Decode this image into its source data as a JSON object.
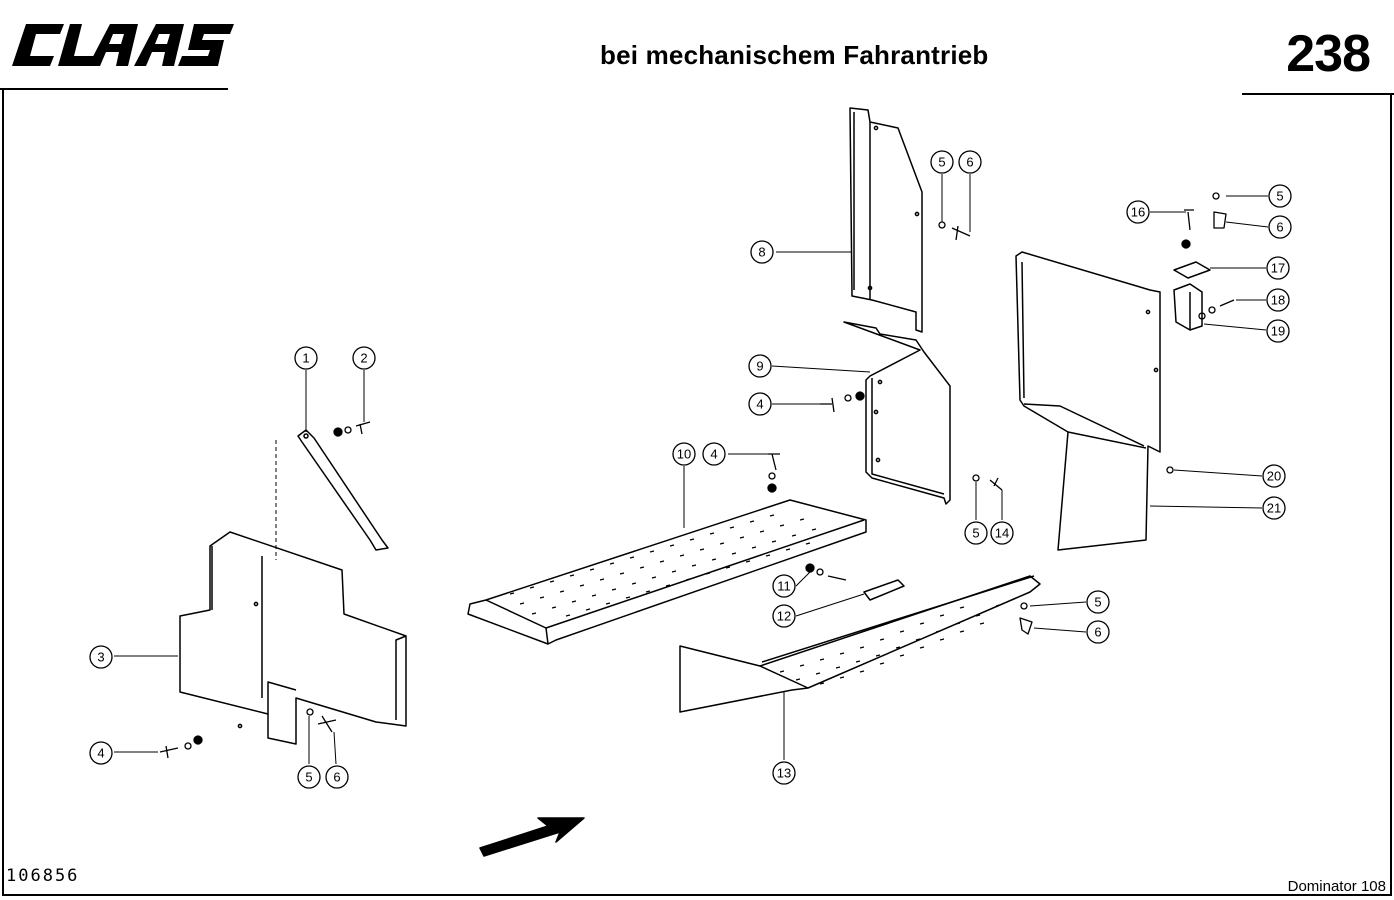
{
  "header": {
    "brand": "CLAAS",
    "title": "bei mechanischem Fahrantrieb",
    "page_number": "238"
  },
  "footer": {
    "drawing_number": "106856",
    "model": "Dominator 108"
  },
  "callouts": [
    "1",
    "2",
    "3",
    "4",
    "4",
    "4",
    "5",
    "5",
    "5",
    "5",
    "5",
    "6",
    "6",
    "6",
    "6",
    "8",
    "9",
    "10",
    "11",
    "12",
    "13",
    "14",
    "16",
    "17",
    "18",
    "19",
    "20",
    "21"
  ],
  "colors": {
    "ink": "#000000",
    "paper": "#ffffff"
  }
}
